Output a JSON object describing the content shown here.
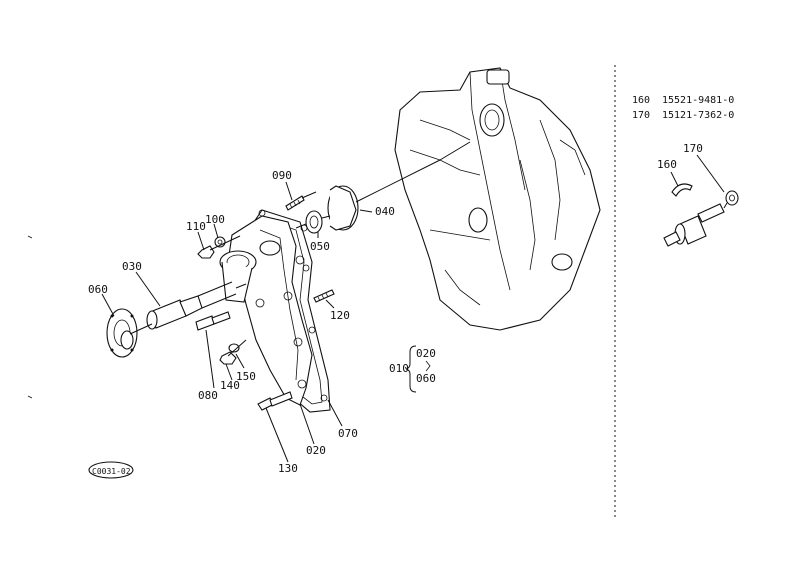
{
  "parts_list": [
    {
      "ref": "160",
      "part_number": "15521-9481-0"
    },
    {
      "ref": "170",
      "part_number": "15121-7362-0"
    }
  ],
  "callouts": {
    "c020": "020",
    "c030": "030",
    "c040": "040",
    "c050": "050",
    "c060": "060",
    "c070": "070",
    "c080": "080",
    "c090": "090",
    "c100": "100",
    "c110": "110",
    "c120": "120",
    "c130": "130",
    "c140": "140",
    "c150": "150",
    "c160": "160",
    "c170": "170"
  },
  "kit": {
    "ref": "010",
    "items": [
      "020",
      "060"
    ]
  },
  "figure_code": "C0031-02"
}
